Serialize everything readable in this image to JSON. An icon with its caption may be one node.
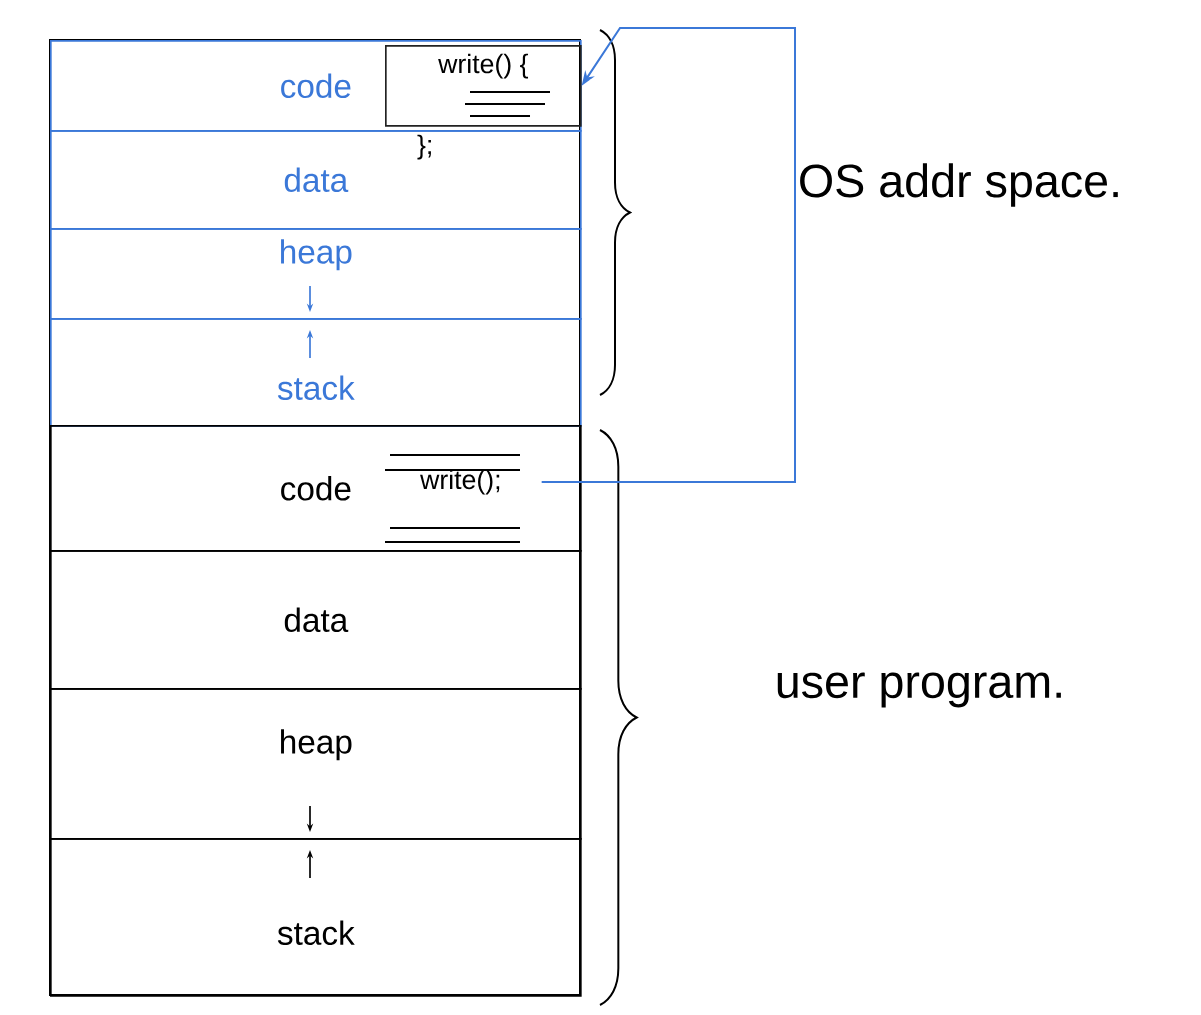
{
  "diagram": {
    "nodes": [
      {
        "text": [
          "code"
        ]
      },
      {
        "text": [
          "write() {"
        ],
        "in": 0,
        "beside": [
          "};"
        ]
      },
      {
        "text": [
          "data"
        ]
      },
      {
        "text": [
          "heap"
        ]
      },
      {
        "text": [
          "stack"
        ]
      },
      {
        "text": [
          "code"
        ]
      },
      {
        "text": [
          "write();"
        ],
        "in": 5
      },
      {
        "text": [
          "data"
        ]
      },
      {
        "text": [
          "heap"
        ]
      },
      {
        "text": [
          "stack"
        ]
      }
    ],
    "edges": [
      {
        "from": 6,
        "to": 1,
        "arrow": "to",
        "color": "#3b78d8"
      }
    ],
    "labels": [
      "OS addr space.",
      "user program."
    ]
  }
}
